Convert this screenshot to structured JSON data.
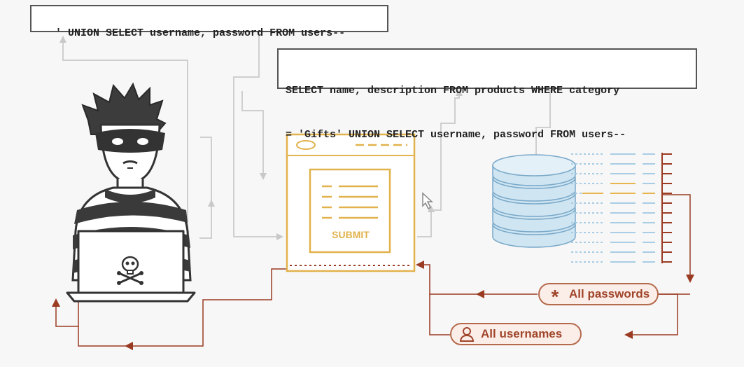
{
  "injection_payload": "' UNION SELECT username, password FROM users--",
  "query": {
    "line1": "SELECT name, description FROM products WHERE category",
    "line2": "= 'Gifts' UNION SELECT username, password FROM users--"
  },
  "form": {
    "submit_label": "SUBMIT"
  },
  "results": {
    "passwords_label": "All passwords",
    "usernames_label": "All usernames"
  },
  "icons": {
    "passwords": "asterisk-icon",
    "usernames": "user-icon",
    "laptop_logo": "skull-crossbones-icon"
  },
  "colors": {
    "form_outline": "#e2b24c",
    "database": "#a9cde4",
    "return_path": "#9a3b22",
    "attack_path": "#bdbdbd",
    "pill_text": "#a0452a"
  }
}
